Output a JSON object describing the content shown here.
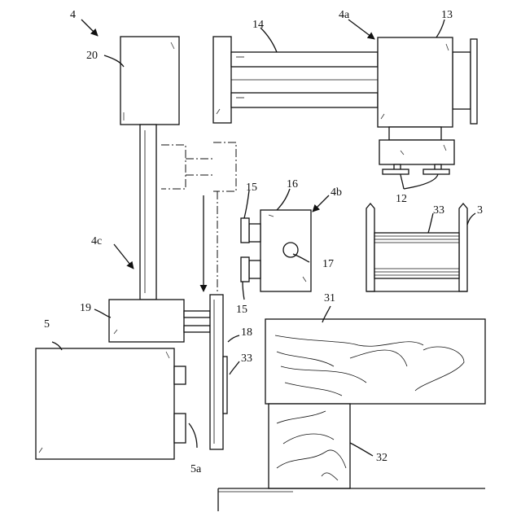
{
  "labels": {
    "l4": "4",
    "l4a": "4a",
    "l4b": "4b",
    "l4c": "4c",
    "l20": "20",
    "l14": "14",
    "l13": "13",
    "l12": "12",
    "l16": "16",
    "l15a": "15",
    "l15b": "15",
    "l17": "17",
    "l33a": "33",
    "l3": "3",
    "l19": "19",
    "l18": "18",
    "l33b": "33",
    "l5": "5",
    "l5a": "5a",
    "l31": "31",
    "l32": "32"
  }
}
